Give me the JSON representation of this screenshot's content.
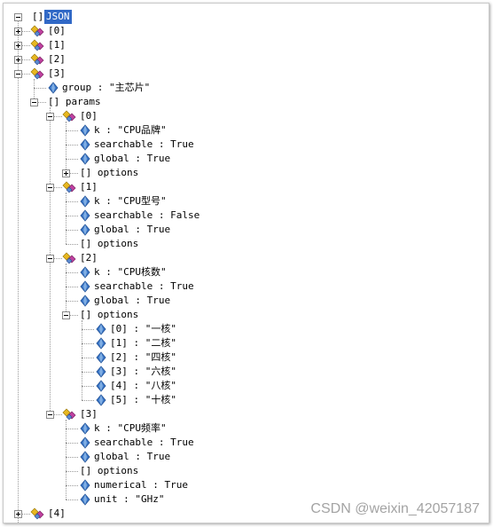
{
  "tree": {
    "root": "JSON",
    "nodes": [
      {
        "depth": 0,
        "label": "[0]",
        "kind": "object",
        "toggle": "plus"
      },
      {
        "depth": 0,
        "label": "[1]",
        "kind": "object",
        "toggle": "plus"
      },
      {
        "depth": 0,
        "label": "[2]",
        "kind": "object",
        "toggle": "plus"
      },
      {
        "depth": 0,
        "label": "[3]",
        "kind": "object",
        "toggle": "minus"
      },
      {
        "depth": 1,
        "label": "group : \"主芯片\"",
        "kind": "value"
      },
      {
        "depth": 1,
        "label": "[] params",
        "kind": "array",
        "toggle": "minus"
      },
      {
        "depth": 2,
        "label": "[0]",
        "kind": "object",
        "toggle": "minus"
      },
      {
        "depth": 3,
        "label": "k : \"CPU品牌\"",
        "kind": "value"
      },
      {
        "depth": 3,
        "label": "searchable : True",
        "kind": "value"
      },
      {
        "depth": 3,
        "label": "global : True",
        "kind": "value"
      },
      {
        "depth": 3,
        "label": "[] options",
        "kind": "array",
        "toggle": "plus"
      },
      {
        "depth": 2,
        "label": "[1]",
        "kind": "object",
        "toggle": "minus"
      },
      {
        "depth": 3,
        "label": "k : \"CPU型号\"",
        "kind": "value"
      },
      {
        "depth": 3,
        "label": "searchable : False",
        "kind": "value"
      },
      {
        "depth": 3,
        "label": "global : True",
        "kind": "value"
      },
      {
        "depth": 3,
        "label": "[] options",
        "kind": "array"
      },
      {
        "depth": 2,
        "label": "[2]",
        "kind": "object",
        "toggle": "minus"
      },
      {
        "depth": 3,
        "label": "k : \"CPU核数\"",
        "kind": "value"
      },
      {
        "depth": 3,
        "label": "searchable : True",
        "kind": "value"
      },
      {
        "depth": 3,
        "label": "global : True",
        "kind": "value"
      },
      {
        "depth": 3,
        "label": "[] options",
        "kind": "array",
        "toggle": "minus"
      },
      {
        "depth": 4,
        "label": "[0] : \"一核\"",
        "kind": "value"
      },
      {
        "depth": 4,
        "label": "[1] : \"二核\"",
        "kind": "value"
      },
      {
        "depth": 4,
        "label": "[2] : \"四核\"",
        "kind": "value"
      },
      {
        "depth": 4,
        "label": "[3] : \"六核\"",
        "kind": "value"
      },
      {
        "depth": 4,
        "label": "[4] : \"八核\"",
        "kind": "value"
      },
      {
        "depth": 4,
        "label": "[5] : \"十核\"",
        "kind": "value"
      },
      {
        "depth": 2,
        "label": "[3]",
        "kind": "object",
        "toggle": "minus"
      },
      {
        "depth": 3,
        "label": "k : \"CPU频率\"",
        "kind": "value"
      },
      {
        "depth": 3,
        "label": "searchable : True",
        "kind": "value"
      },
      {
        "depth": 3,
        "label": "global : True",
        "kind": "value"
      },
      {
        "depth": 3,
        "label": "[] options",
        "kind": "array"
      },
      {
        "depth": 3,
        "label": "numerical : True",
        "kind": "value"
      },
      {
        "depth": 3,
        "label": "unit : \"GHz\"",
        "kind": "value"
      },
      {
        "depth": 0,
        "label": "[4]",
        "kind": "object",
        "toggle": "plus"
      }
    ]
  },
  "icons": {
    "value": "blue-diamond-icon",
    "object": "object-icon"
  },
  "colors": {
    "selection": "#3169c6",
    "value_icon": "#3c78c8",
    "object_icon_a": "#e8b820",
    "object_icon_b": "#c040a0"
  },
  "watermark": "CSDN @weixin_42057187"
}
